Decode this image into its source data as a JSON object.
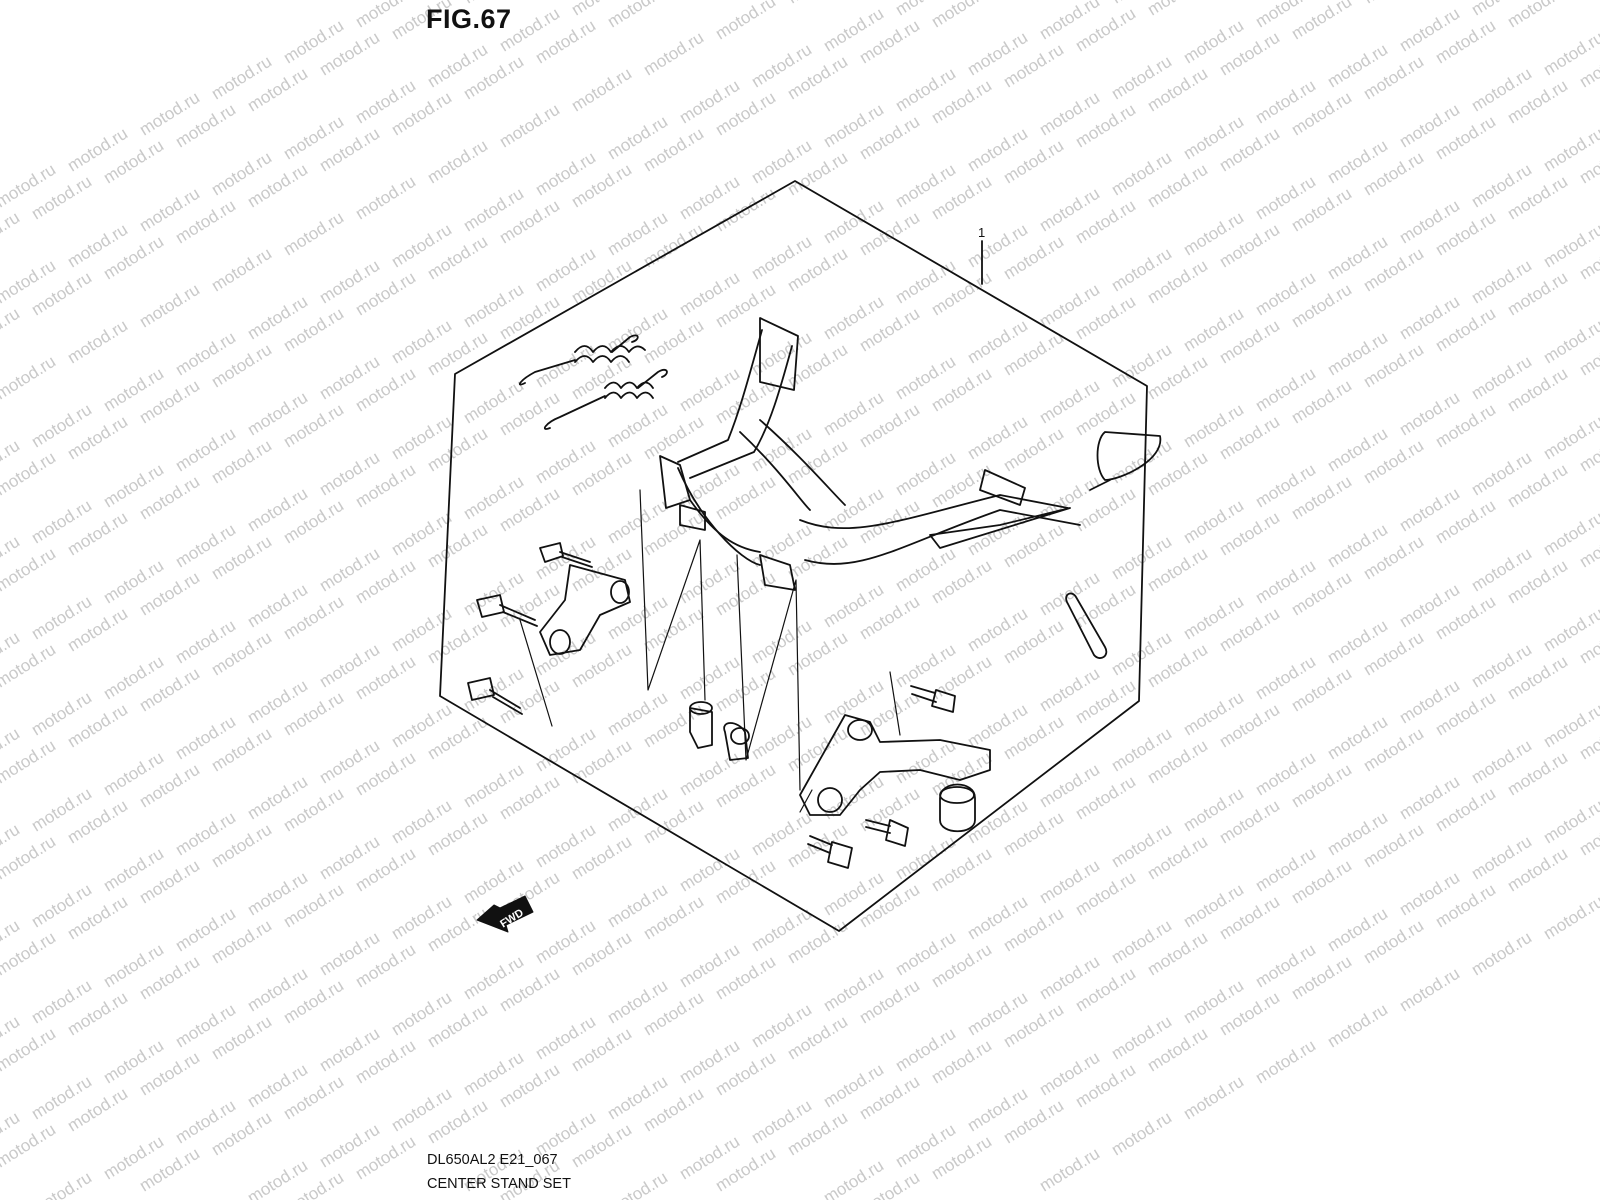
{
  "figure": {
    "title": "FIG.67",
    "code": "DL650AL2 E21_067",
    "name": "CENTER STAND SET",
    "callout_number": "1",
    "direction_label": "FWD"
  },
  "watermark": {
    "text": "motod.ru"
  }
}
